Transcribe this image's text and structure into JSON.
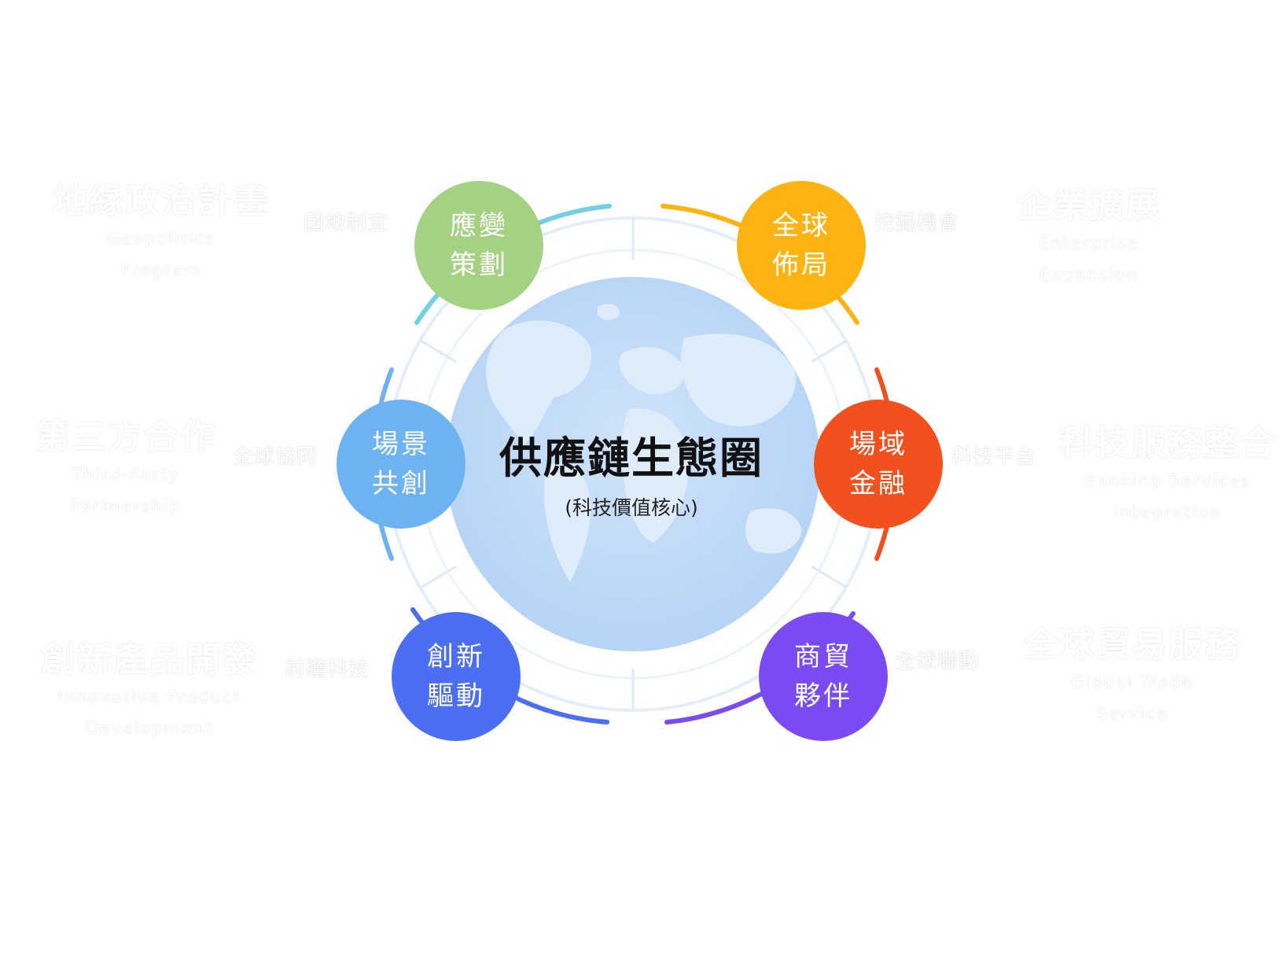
{
  "center": {
    "title": "供應鏈生態圈",
    "subtitle": "(科技價值核心)"
  },
  "nodes": [
    {
      "id": "tl",
      "line1": "應變",
      "line2": "策劃",
      "color": "#a5d182",
      "keyword": "因地制宜",
      "side_zh": "地緣政治計畫",
      "side_en1": "Geopolitics",
      "side_en2": "Program"
    },
    {
      "id": "tr",
      "line1": "全球",
      "line2": "佈局",
      "color": "#fdb311",
      "keyword": "挖掘機會",
      "side_zh": "企業擴展",
      "side_en1": "Enterprise",
      "side_en2": "Expansion"
    },
    {
      "id": "ml",
      "line1": "場景",
      "line2": "共創",
      "color": "#6db3f2",
      "keyword": "全球協同",
      "side_zh": "第三方合作",
      "side_en1": "Third-Party",
      "side_en2": "Partnership"
    },
    {
      "id": "mr",
      "line1": "場域",
      "line2": "金融",
      "color": "#f2511f",
      "keyword": "科技平台",
      "side_zh": "科技服務整合",
      "side_en1": "Banking Services",
      "side_en2": "Integration"
    },
    {
      "id": "bl",
      "line1": "創新",
      "line2": "驅動",
      "color": "#4b6ef2",
      "keyword": "前瞻科技",
      "side_zh": "創新產品開發",
      "side_en1": "Innovative Product",
      "side_en2": "Development"
    },
    {
      "id": "br",
      "line1": "商貿",
      "line2": "夥伴",
      "color": "#7a4bf2",
      "keyword": "全球聯動",
      "side_zh": "全球貿易服務",
      "side_en1": "Global Trade",
      "side_en2": "Service"
    }
  ],
  "colors": {
    "globe": "#bcd8f7",
    "land": "#e1eefb",
    "ring": "#d8e6f5",
    "text_dark": "#111111"
  }
}
